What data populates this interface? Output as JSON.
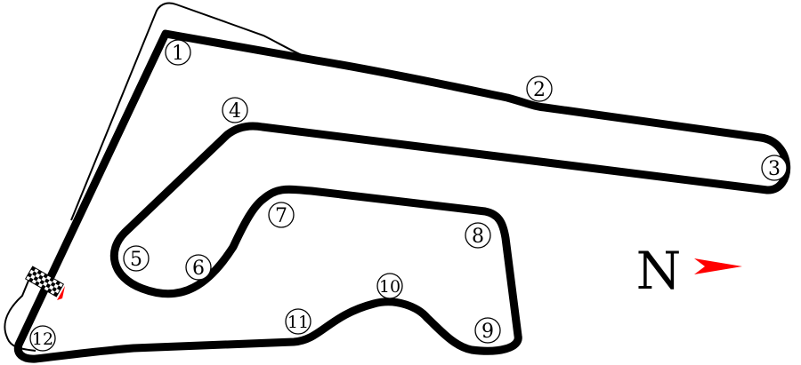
{
  "compass": {
    "label": "N",
    "arrow_color": "#ff0000"
  },
  "turns": [
    {
      "label": "1"
    },
    {
      "label": "2"
    },
    {
      "label": "3"
    },
    {
      "label": "4"
    },
    {
      "label": "5"
    },
    {
      "label": "6"
    },
    {
      "label": "7"
    },
    {
      "label": "8"
    },
    {
      "label": "9"
    },
    {
      "label": "10"
    },
    {
      "label": "11"
    },
    {
      "label": "12"
    }
  ],
  "colors": {
    "track": "#000000",
    "background": "#ffffff",
    "direction_arrow": "#ff0000"
  }
}
